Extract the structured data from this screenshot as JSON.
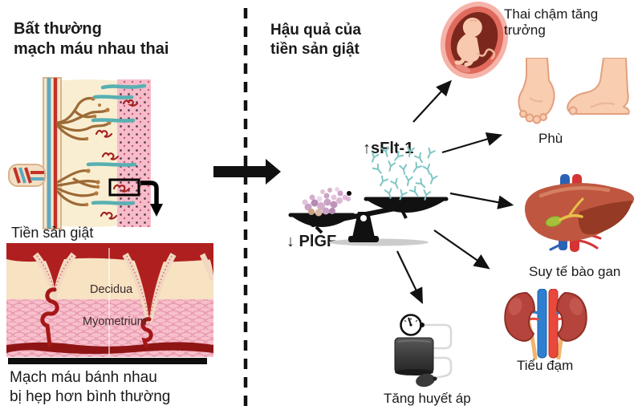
{
  "left_panel": {
    "title": "Bất thường\nmạch máu nhau thai",
    "figure1_caption": "Tiền sản giật",
    "figure2": {
      "label_decidua": "Decidua",
      "label_myometrium": "Myometrium"
    },
    "bottom_caption": "Mạch máu bánh nhau\nbị hẹp hơn bình thường"
  },
  "center_panel": {
    "title": "Hậu quả của\ntiền sản giật",
    "scale": {
      "sflt1_label": "↑sFlt-1",
      "pigf_label": "↓ PlGF"
    }
  },
  "consequences": [
    {
      "label": "Thai chậm tăng trưởng",
      "icon": "fetus-in-womb"
    },
    {
      "label": "Phù",
      "icon": "swollen-feet"
    },
    {
      "label": "Suy tế bào gan",
      "icon": "liver"
    },
    {
      "label": "Tiểu đạm",
      "icon": "kidneys"
    },
    {
      "label": "Tăng huyết áp",
      "icon": "blood-pressure-monitor"
    }
  ],
  "colors": {
    "text": "#1a1a1a",
    "arrow": "#111111",
    "antibody_teal": "#7fc6c4",
    "molecule_purple": "#c2a0c0",
    "placenta_pink": "#f3b3c1",
    "deep_red": "#b01f1f",
    "cream": "#f7e2c2"
  }
}
